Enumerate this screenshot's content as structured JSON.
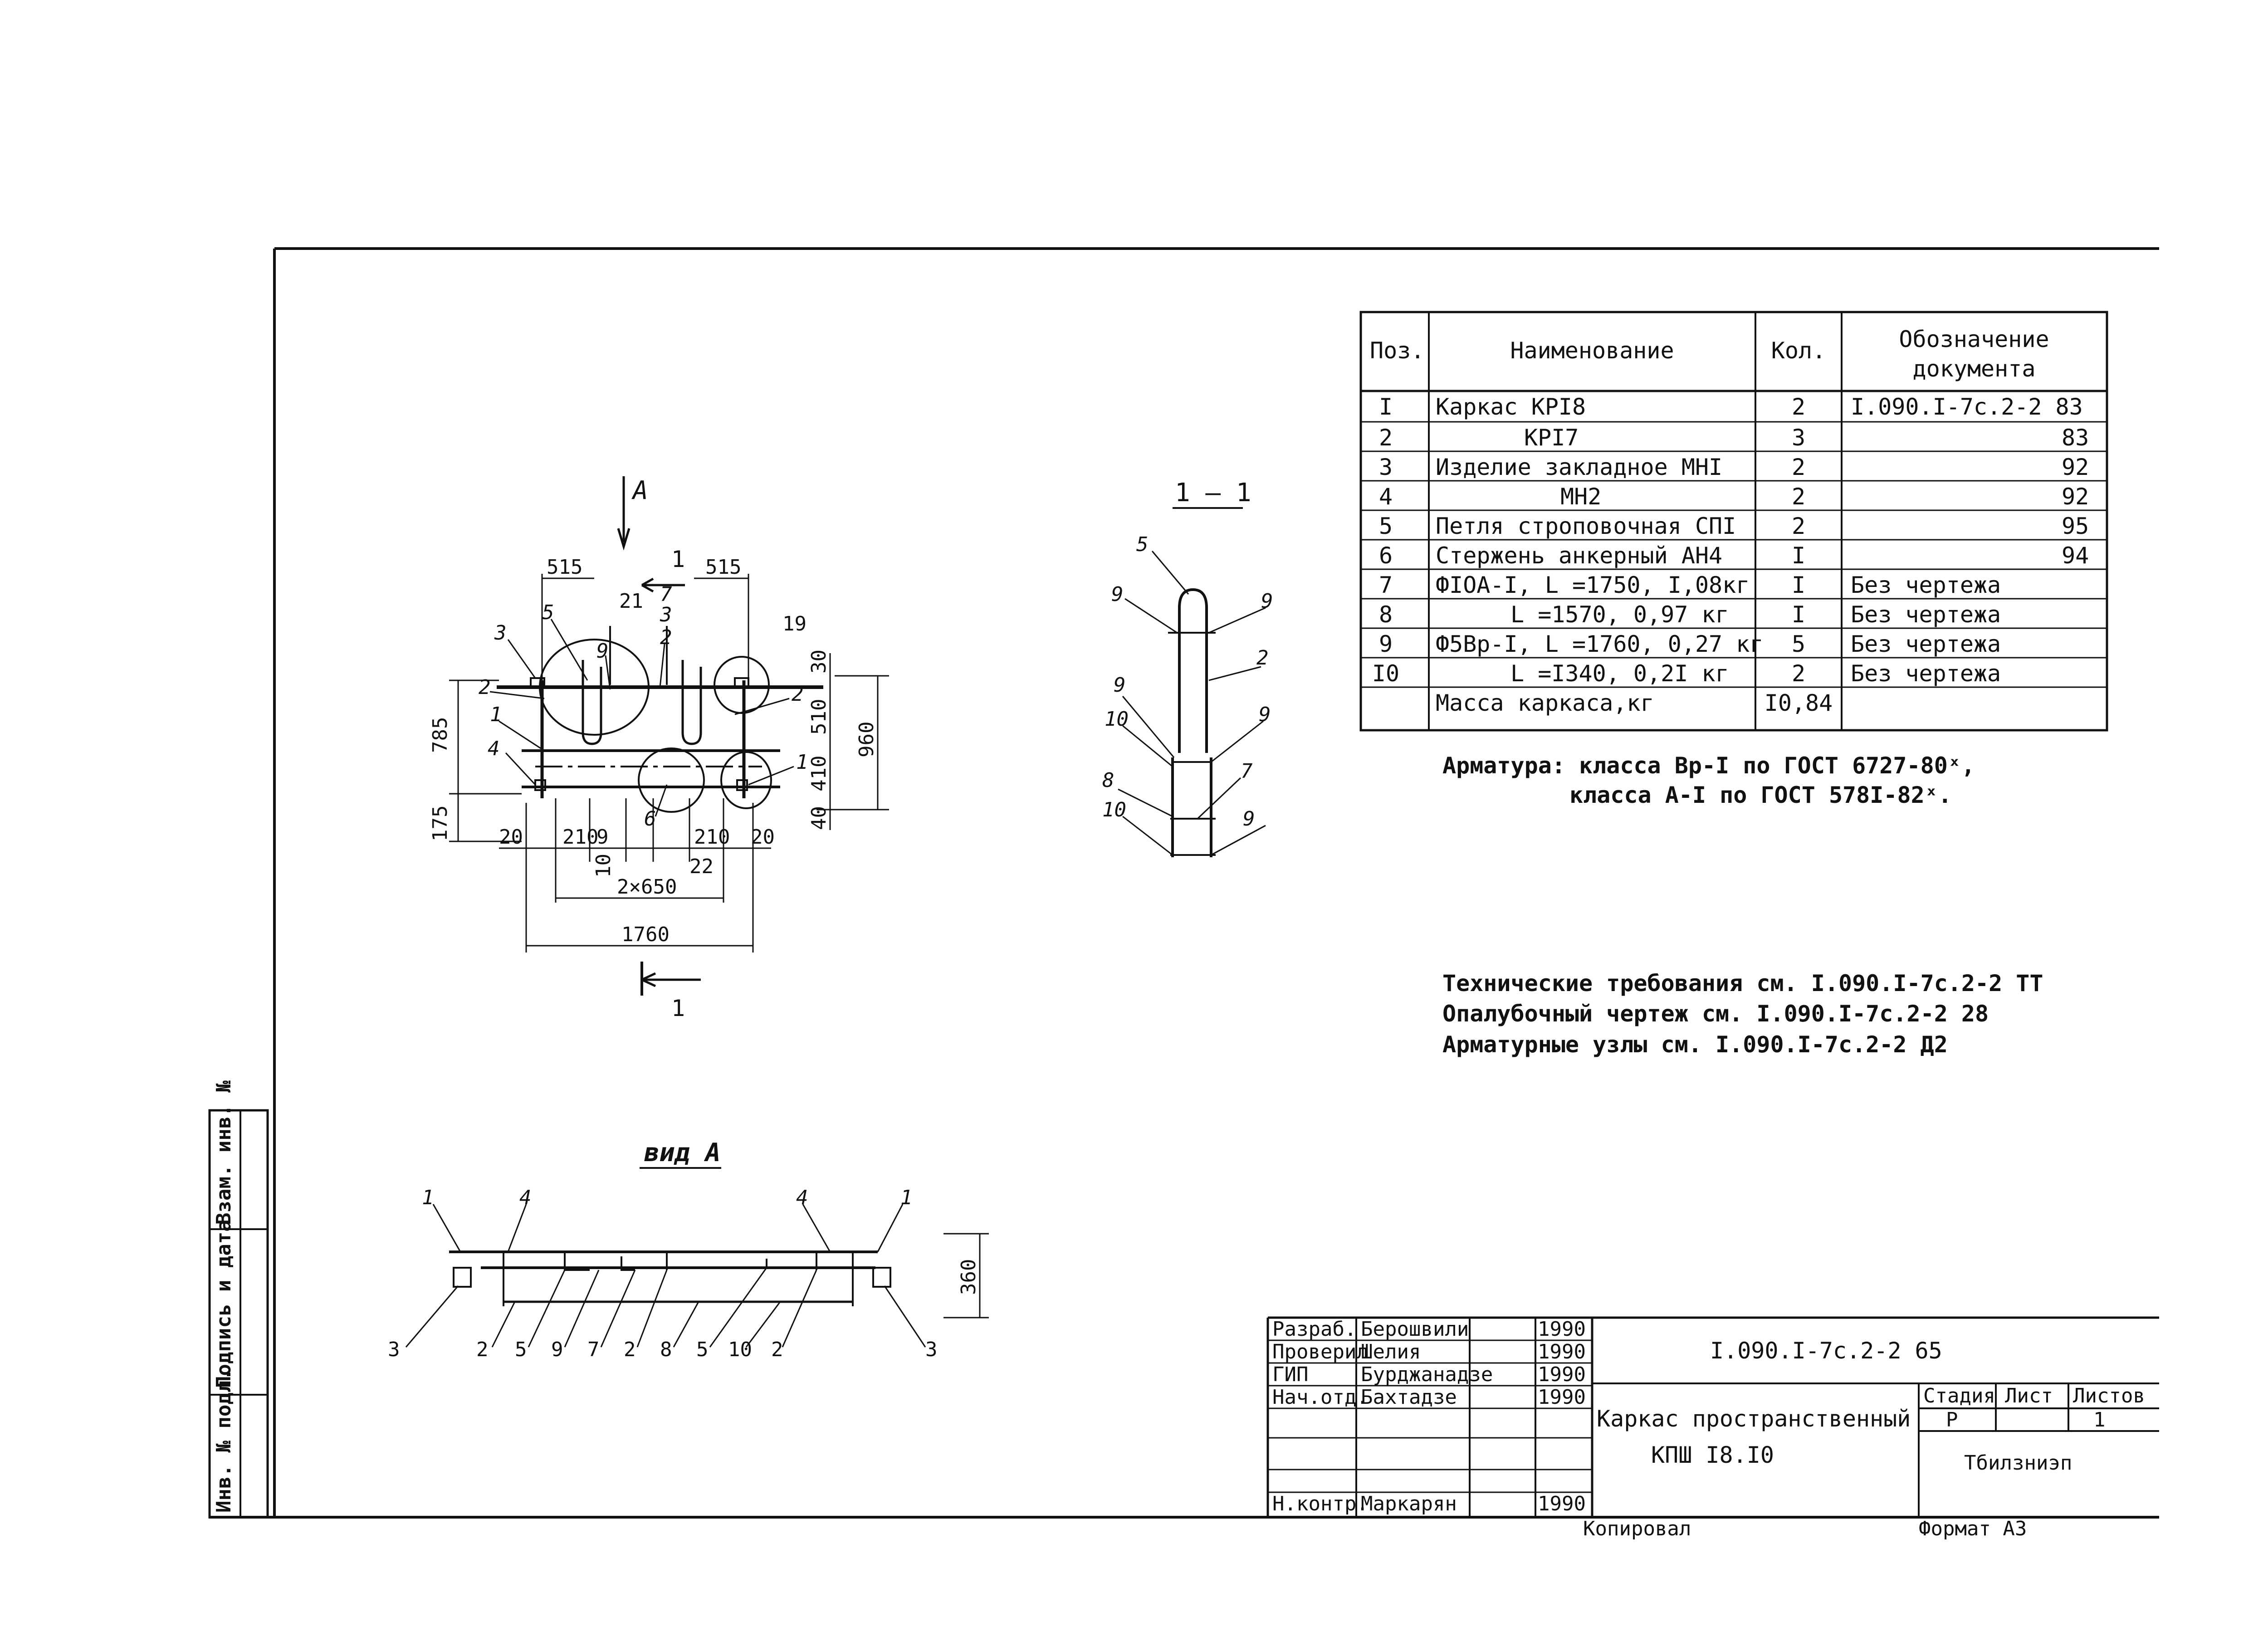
{
  "spec_table": {
    "headers": {
      "pos": "Поз.",
      "name": "Наименование",
      "qty": "Кол.",
      "doc_line1": "Обозначение",
      "doc_line2": "документа"
    },
    "rows": [
      {
        "pos": "I",
        "name": "Каркас КРI8",
        "qty": "2",
        "doc": "I.090.I-7с.2-2 83"
      },
      {
        "pos": "2",
        "name": "КРI7",
        "qty": "3",
        "doc": "83"
      },
      {
        "pos": "3",
        "name": "Изделие закладное  МНI",
        "qty": "2",
        "doc": "92"
      },
      {
        "pos": "4",
        "name": "МН2",
        "qty": "2",
        "doc": "92"
      },
      {
        "pos": "5",
        "name": "Петля строповочная СПI",
        "qty": "2",
        "doc": "95"
      },
      {
        "pos": "6",
        "name": "Стержень анкерный  АН4",
        "qty": "I",
        "doc": "94"
      },
      {
        "pos": "7",
        "name": "ФIОА-I,  L =1750,  I,08кг",
        "qty": "I",
        "doc": "Без чертежа"
      },
      {
        "pos": "8",
        "name": "L =1570,  0,97 кг",
        "qty": "I",
        "doc": "Без чертежа"
      },
      {
        "pos": "9",
        "name": "Ф5Вр-I,  L =1760,  0,27 кг",
        "qty": "5",
        "doc": "Без чертежа"
      },
      {
        "pos": "I0",
        "name": "L =I340,  0,2I кг",
        "qty": "2",
        "doc": "Без чертежа"
      },
      {
        "pos": "",
        "name": "Масса каркаса,кг",
        "qty": "I0,84",
        "doc": ""
      }
    ]
  },
  "notes": {
    "armature_line1": "Арматура: класса Вр-I по ГОСТ 6727-80ˣ,",
    "armature_line2": "класса  А-I по ГОСТ 578I-82ˣ.",
    "tech_line1": "Технические требования см. I.090.I-7с.2-2 ТТ",
    "tech_line2": "Опалубочный чертеж см. I.090.I-7с.2-2 28",
    "tech_line3": "Арматурные узлы см. I.090.I-7с.2-2 Д2"
  },
  "plan_view": {
    "view_arrow_label": "А",
    "section_mark": "1",
    "dims": {
      "d515": "515",
      "d785": "785",
      "d175": "175",
      "d960": "960",
      "d30": "30",
      "d510": "510",
      "d410": "410",
      "d40": "40",
      "d20": "20",
      "d210": "210",
      "d9": "9",
      "d10": "10",
      "d22": "22",
      "d21": "21",
      "d19": "19",
      "d2x650": "2×650",
      "d1760": "1760"
    },
    "pos_labels": [
      "3",
      "5",
      "9",
      "2",
      "2",
      "1",
      "4",
      "6",
      "7",
      "3",
      "2",
      "1"
    ]
  },
  "section_view": {
    "title": "1 — 1",
    "labels": [
      "5",
      "9",
      "9",
      "2",
      "9",
      "9",
      "10",
      "8",
      "7",
      "10",
      "9"
    ]
  },
  "view_a": {
    "title": "вид А",
    "dim": "360",
    "top_labels": [
      "1",
      "4",
      "4",
      "1"
    ],
    "bottom_labels": [
      "3",
      "2",
      "5",
      "9",
      "7",
      "2",
      "8",
      "5",
      "10",
      "2",
      "3"
    ]
  },
  "title_block": {
    "roles": [
      "Разраб.",
      "Проверил",
      "ГИП",
      "Нач.отд.",
      "",
      "",
      "Н.контр."
    ],
    "names": [
      "Берошвили",
      "Шелия",
      "Бурджанадзе",
      "Бахтадзе",
      "",
      "",
      "Маркарян"
    ],
    "dates": [
      "1990",
      "1990",
      "1990",
      "1990",
      "",
      "",
      "1990"
    ],
    "doc_code": "I.090.I-7с.2-2 65",
    "title_line1": "Каркас пространственный",
    "title_line2": "КПШ I8.I0",
    "stage_header": "Стадия",
    "sheet_header": "Лист",
    "sheets_header": "Листов",
    "stage_value": "Р",
    "sheets_value": "1",
    "org": "Тбилзниэп",
    "copied": "Копировал",
    "format": "Формат А3"
  },
  "left_strip": {
    "cells": [
      "Взам. инв. №",
      "Подпись и дата",
      "Инв. № подл."
    ]
  }
}
